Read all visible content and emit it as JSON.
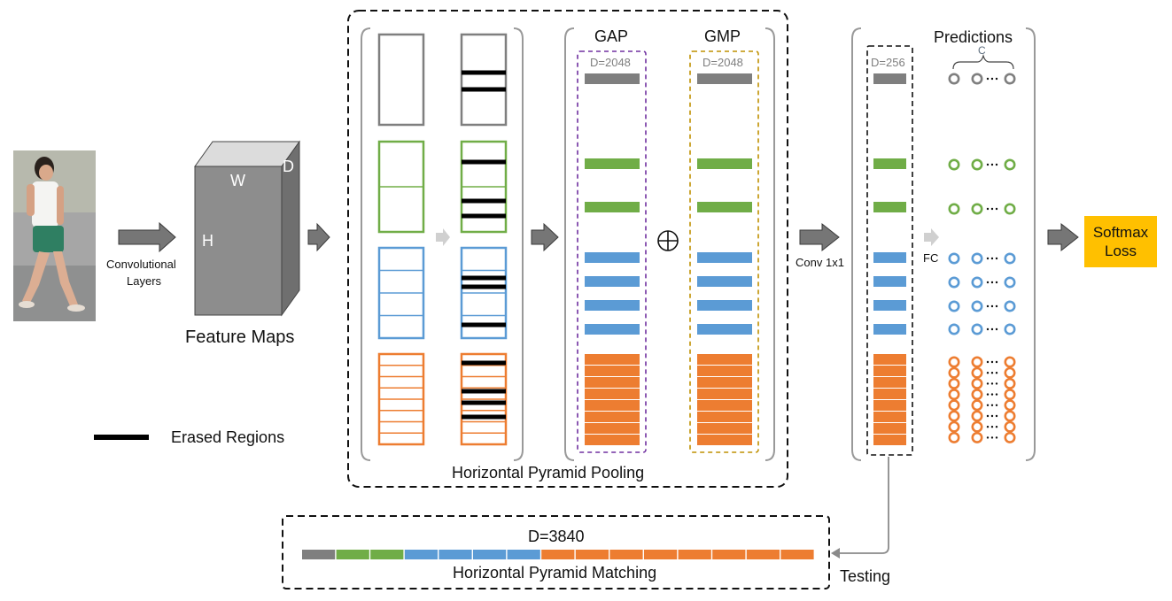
{
  "labels": {
    "conv_layers_line1": "Convolutional",
    "conv_layers_line2": "Layers",
    "feature_maps": "Feature Maps",
    "cube_w": "W",
    "cube_h": "H",
    "cube_d": "D",
    "erased_regions": "Erased Regions",
    "gap": "GAP",
    "gmp": "GMP",
    "gap_dim": "D=2048",
    "gmp_dim": "D=2048",
    "conv_dim": "D=256",
    "predictions": "Predictions",
    "classes": "C",
    "conv_1x1": "Conv 1x1",
    "fc": "FC",
    "softmax_line1": "Softmax",
    "softmax_line2": "Loss",
    "hpp": "Horizontal Pyramid Pooling",
    "hpm": "Horizontal Pyramid Matching",
    "hpm_dim": "D=3840",
    "testing": "Testing"
  },
  "colors": {
    "gray": "#7f7f7f",
    "green": "#70ad47",
    "blue": "#5b9bd5",
    "orange": "#ed7d31",
    "softmax": "#ffc000",
    "gap_border": "#7030a0",
    "gmp_border": "#bf9000"
  },
  "pyramid_levels": [
    {
      "color": "gray",
      "parts": 1
    },
    {
      "color": "green",
      "parts": 2
    },
    {
      "color": "blue",
      "parts": 4
    },
    {
      "color": "orange",
      "parts": 8
    }
  ],
  "icons": [
    "person-photo",
    "feature-cube",
    "arrow-icon",
    "oplus-icon",
    "prediction-node-icon"
  ]
}
